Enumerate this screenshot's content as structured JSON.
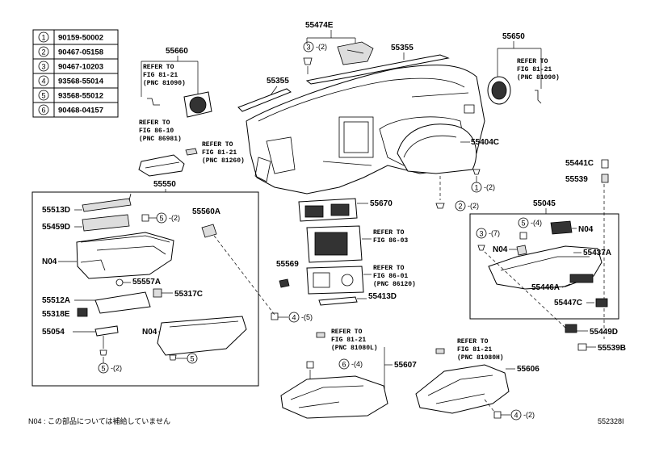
{
  "bolt_table": [
    {
      "num": "1",
      "part": "90159-50002"
    },
    {
      "num": "2",
      "part": "90467-05158"
    },
    {
      "num": "3",
      "part": "90467-10203"
    },
    {
      "num": "4",
      "part": "93568-55014"
    },
    {
      "num": "5",
      "part": "93568-55012"
    },
    {
      "num": "6",
      "part": "90468-04157"
    }
  ],
  "labels": {
    "p55474E": "55474E",
    "p55355a": "55355",
    "p55355b": "55355",
    "p55650": "55650",
    "p55660": "55660",
    "p55404C": "55404C",
    "p55550": "55550",
    "p55513D": "55513D",
    "p55459D": "55459D",
    "p55560A": "55560A",
    "n04a": "N04",
    "p55557A": "55557A",
    "p55317C": "55317C",
    "p55512A": "55512A",
    "p55318E": "55318E",
    "p55054": "55054",
    "n04b": "N04",
    "p55670": "55670",
    "p55569": "55569",
    "p55413D": "55413D",
    "p55441C": "55441C",
    "p55539": "55539",
    "p55045": "55045",
    "n04c": "N04",
    "n04d": "N04",
    "p55437A": "55437A",
    "p55446A": "55446A",
    "p55447C": "55447C",
    "p55449D": "55449D",
    "p55539B": "55539B",
    "p55607": "55607",
    "p55606": "55606"
  },
  "refs": {
    "r1": [
      "REFER TO",
      "FIG 81-21",
      "(PNC 81090)"
    ],
    "r2": [
      "REFER TO",
      "FIG 81-21",
      "(PNC 81090)"
    ],
    "r3": [
      "REFER TO",
      "FIG 86-10",
      "(PNC 86981)"
    ],
    "r4": [
      "REFER TO",
      "FIG 81-21",
      "(PNC 81260)"
    ],
    "r5": [
      "REFER TO",
      "FIG 86-03"
    ],
    "r6": [
      "REFER TO",
      "FIG 86-01",
      "(PNC 86120)"
    ],
    "r7": [
      "REFER TO",
      "FIG 81-21",
      "(PNC 81080L)"
    ],
    "r8": [
      "REFER TO",
      "FIG 81-21",
      "(PNC 81080H)"
    ]
  },
  "callouts": {
    "c3a": {
      "num": "3",
      "qty": "-(2)"
    },
    "c1": {
      "num": "1",
      "qty": "-(2)"
    },
    "c2": {
      "num": "2",
      "qty": "-(2)"
    },
    "c5a": {
      "num": "5",
      "qty": "-(2)"
    },
    "c4a": {
      "num": "4",
      "qty": "-(5)"
    },
    "c5b": {
      "num": "5",
      "qty": "-(2)"
    },
    "c5c": {
      "num": "5",
      "qty": ""
    },
    "c6": {
      "num": "6",
      "qty": "-(4)"
    },
    "c4b": {
      "num": "4",
      "qty": "-(2)"
    },
    "c3b": {
      "num": "3",
      "qty": "-(7)"
    },
    "c5d": {
      "num": "5",
      "qty": "-(4)"
    }
  },
  "footnote": "N04 : この部品については補給していません",
  "figure_id": "552328I"
}
